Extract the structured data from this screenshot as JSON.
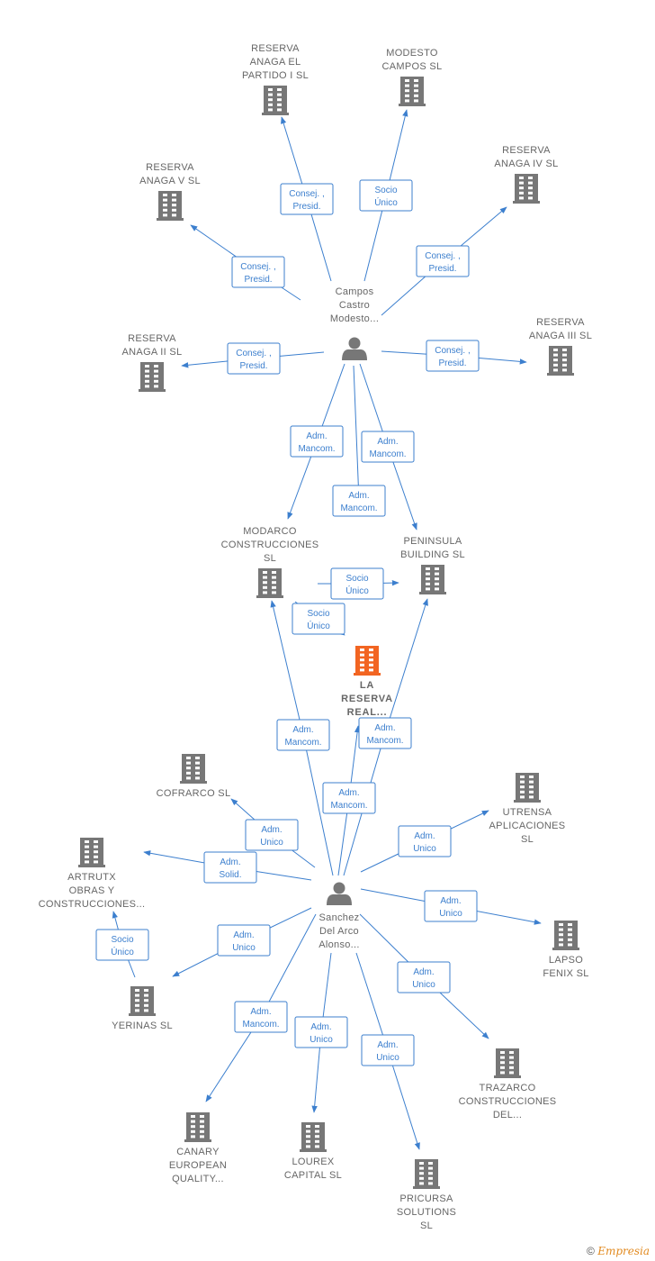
{
  "colors": {
    "edge": "#3c7fce",
    "building": "#777777",
    "focus": "#f26522",
    "label": "#666666"
  },
  "persons": [
    {
      "id": "campos",
      "lines": [
        "Campos",
        "Castro",
        "Modesto..."
      ],
      "icon": "person-icon"
    },
    {
      "id": "sanchez",
      "lines": [
        "Sanchez",
        "Del Arco",
        "Alonso..."
      ],
      "icon": "person-icon"
    }
  ],
  "companies": [
    {
      "id": "anaga_partido",
      "lines": [
        "RESERVA",
        "ANAGA EL",
        "PARTIDO I  SL"
      ]
    },
    {
      "id": "modesto_campos",
      "lines": [
        "MODESTO",
        "CAMPOS  SL"
      ]
    },
    {
      "id": "anaga_iv",
      "lines": [
        "RESERVA",
        "ANAGA IV  SL"
      ]
    },
    {
      "id": "anaga_v",
      "lines": [
        "RESERVA",
        "ANAGA V  SL"
      ]
    },
    {
      "id": "anaga_ii",
      "lines": [
        "RESERVA",
        "ANAGA II  SL"
      ]
    },
    {
      "id": "anaga_iii",
      "lines": [
        "RESERVA",
        "ANAGA III  SL"
      ]
    },
    {
      "id": "modarco",
      "lines": [
        "MODARCO",
        "CONSTRUCCIONES",
        "SL"
      ]
    },
    {
      "id": "peninsula",
      "lines": [
        "PENINSULA",
        "BUILDING  SL"
      ]
    },
    {
      "id": "la_reserva",
      "lines": [
        "LA",
        "RESERVA",
        "REAL..."
      ],
      "focus": true
    },
    {
      "id": "cofrarco",
      "lines": [
        "COFRARCO  SL"
      ]
    },
    {
      "id": "utrensa",
      "lines": [
        "UTRENSA",
        "APLICACIONES",
        "SL"
      ]
    },
    {
      "id": "artrutx",
      "lines": [
        "ARTRUTX",
        "OBRAS Y",
        "CONSTRUCCIONES..."
      ]
    },
    {
      "id": "lapso",
      "lines": [
        "LAPSO",
        "FENIX  SL"
      ]
    },
    {
      "id": "yerinas",
      "lines": [
        "YERINAS  SL"
      ]
    },
    {
      "id": "trazarco",
      "lines": [
        "TRAZARCO",
        "CONSTRUCCIONES",
        "DEL..."
      ]
    },
    {
      "id": "canary",
      "lines": [
        "CANARY",
        "EUROPEAN",
        "QUALITY..."
      ]
    },
    {
      "id": "lourex",
      "lines": [
        "LOUREX",
        "CAPITAL  SL"
      ]
    },
    {
      "id": "pricursa",
      "lines": [
        "PRICURSA",
        "SOLUTIONS",
        "SL"
      ]
    }
  ],
  "relations": [
    {
      "from": "campos",
      "to": "anaga_partido",
      "lines": [
        "Consej. ,",
        "Presid."
      ]
    },
    {
      "from": "campos",
      "to": "modesto_campos",
      "lines": [
        "Socio",
        "Único"
      ]
    },
    {
      "from": "campos",
      "to": "anaga_iv",
      "lines": [
        "Consej. ,",
        "Presid."
      ]
    },
    {
      "from": "campos",
      "to": "anaga_v",
      "lines": [
        "Consej. ,",
        "Presid."
      ]
    },
    {
      "from": "campos",
      "to": "anaga_ii",
      "lines": [
        "Consej. ,",
        "Presid."
      ]
    },
    {
      "from": "campos",
      "to": "anaga_iii",
      "lines": [
        "Consej. ,",
        "Presid."
      ]
    },
    {
      "from": "campos",
      "to": "modarco",
      "lines": [
        "Adm.",
        "Mancom."
      ]
    },
    {
      "from": "campos",
      "to": "peninsula",
      "lines": [
        "Adm.",
        "Mancom."
      ]
    },
    {
      "from": "campos",
      "to": "la_reserva",
      "lines": [
        "Adm.",
        "Mancom."
      ]
    },
    {
      "from": "modarco",
      "to": "peninsula",
      "lines": [
        "Socio",
        "Único"
      ]
    },
    {
      "from": "modarco",
      "to": "la_reserva",
      "lines": [
        "Socio",
        "Único"
      ]
    },
    {
      "from": "sanchez",
      "to": "modarco",
      "lines": [
        "Adm.",
        "Mancom."
      ]
    },
    {
      "from": "sanchez",
      "to": "peninsula",
      "lines": [
        "Adm.",
        "Mancom."
      ]
    },
    {
      "from": "sanchez",
      "to": "la_reserva",
      "lines": [
        "Adm.",
        "Mancom."
      ]
    },
    {
      "from": "sanchez",
      "to": "cofrarco",
      "lines": [
        "Adm.",
        "Unico"
      ]
    },
    {
      "from": "sanchez",
      "to": "artrutx",
      "lines": [
        "Adm.",
        "Solid."
      ]
    },
    {
      "from": "sanchez",
      "to": "utrensa",
      "lines": [
        "Adm.",
        "Unico"
      ]
    },
    {
      "from": "sanchez",
      "to": "lapso",
      "lines": [
        "Adm.",
        "Unico"
      ]
    },
    {
      "from": "sanchez",
      "to": "yerinas",
      "lines": [
        "Adm.",
        "Unico"
      ]
    },
    {
      "from": "yerinas",
      "to": "artrutx",
      "lines": [
        "Socio",
        "Único"
      ]
    },
    {
      "from": "sanchez",
      "to": "trazarco",
      "lines": [
        "Adm.",
        "Unico"
      ]
    },
    {
      "from": "sanchez",
      "to": "canary",
      "lines": [
        "Adm.",
        "Mancom."
      ]
    },
    {
      "from": "sanchez",
      "to": "lourex",
      "lines": [
        "Adm.",
        "Unico"
      ]
    },
    {
      "from": "sanchez",
      "to": "pricursa",
      "lines": [
        "Adm.",
        "Unico"
      ]
    }
  ],
  "footer": {
    "copyright": "©",
    "brand": "Empresia"
  }
}
